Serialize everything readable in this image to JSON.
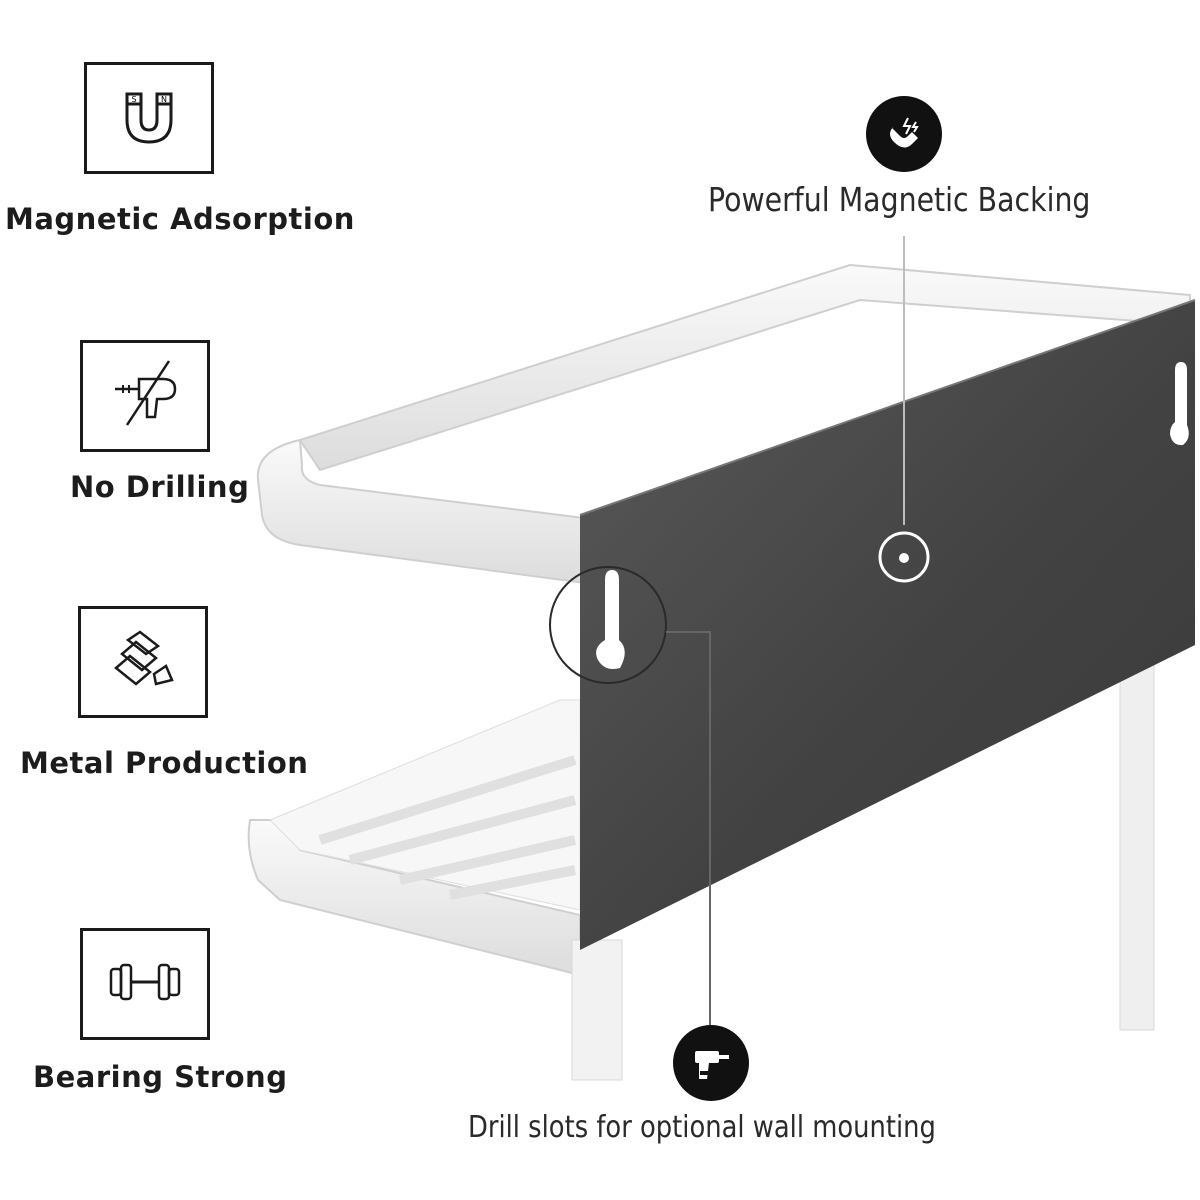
{
  "features": [
    {
      "label": "Magnetic Adsorption",
      "icon": "magnet-icon"
    },
    {
      "label": "No Drilling",
      "icon": "no-drill-icon"
    },
    {
      "label": "Metal Production",
      "icon": "metal-bars-icon"
    },
    {
      "label": "Bearing Strong",
      "icon": "dumbbell-icon"
    }
  ],
  "callouts": {
    "magnetic": {
      "label": "Powerful Magnetic Backing",
      "icon": "magnet-badge-icon"
    },
    "drill": {
      "label": "Drill slots for optional wall mounting",
      "icon": "drill-badge-icon"
    }
  },
  "colors": {
    "panel": "#4a4a4a",
    "rack": "#f2f2f2",
    "badge": "#111111"
  }
}
